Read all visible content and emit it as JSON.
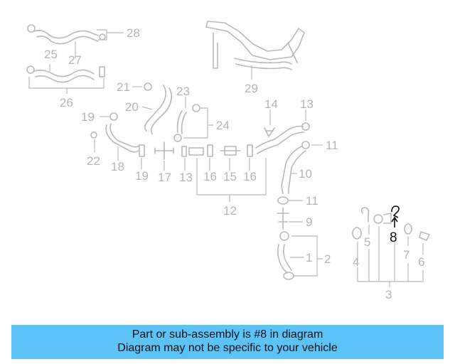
{
  "diagram": {
    "callouts": [
      "28",
      "25",
      "27",
      "26",
      "29",
      "21",
      "23",
      "20",
      "19",
      "24",
      "14",
      "13",
      "22",
      "18",
      "11",
      "19",
      "17",
      "13",
      "16",
      "15",
      "16",
      "10",
      "12",
      "9",
      "2",
      "1",
      "4",
      "5",
      "8",
      "7",
      "6",
      "3"
    ],
    "highlight_callout": "8",
    "highlight_color": "#111111",
    "line_color": "#b9b9b9"
  },
  "banner": {
    "line1": "Part or sub-assembly is #8 in diagram",
    "line2": "Diagram may not be specific to your vehicle",
    "background": "#5bc3f5"
  }
}
